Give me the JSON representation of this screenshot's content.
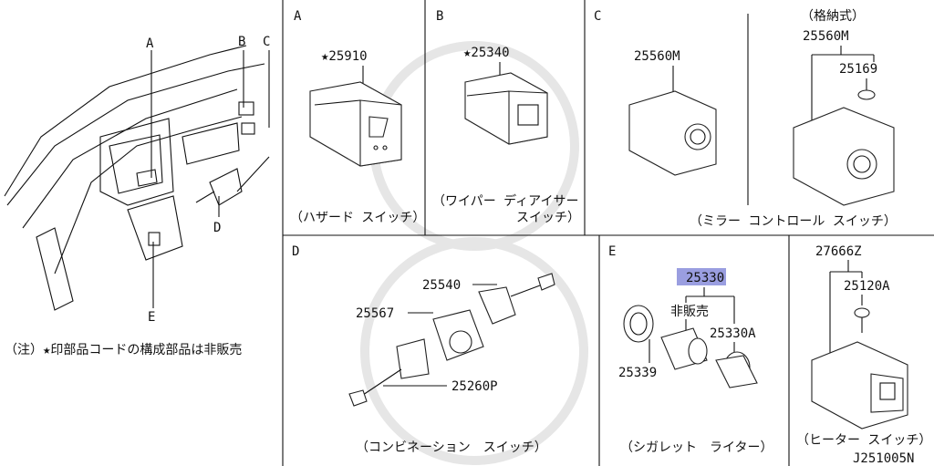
{
  "panels": {
    "A": {
      "letter": "A",
      "part": "★25910",
      "caption": "（ハザード スイッチ）"
    },
    "B": {
      "letter": "B",
      "part": "★25340",
      "caption1": "（ワイパー ディアイサー",
      "caption2": "スイッチ）"
    },
    "C": {
      "letter": "C",
      "part_left": "25560M",
      "note": "（格納式）",
      "part_right": "25560M",
      "part_screw": "25169",
      "caption": "（ミラー コントロール スイッチ）"
    },
    "D": {
      "letter": "D",
      "parts": [
        "25540",
        "25567",
        "25260P"
      ],
      "caption": "（コンビネーション　スイッチ）"
    },
    "E": {
      "letter": "E",
      "part_highlight": "25330",
      "not_sold": "非販売",
      "part_a": "25330A",
      "part_ring": "25339",
      "caption": "（シガレット　ライター）"
    },
    "F": {
      "part_main": "27666Z",
      "part_screw": "25120A",
      "caption": "（ヒーター スイッチ）"
    }
  },
  "overview": {
    "labels": [
      "A",
      "B",
      "C",
      "D",
      "E"
    ],
    "note": "（注）★印部品コードの構成部品は非販売"
  },
  "diagram_id": "J251005N",
  "colors": {
    "highlight": "#9a9ee0",
    "lines": "#111111"
  }
}
